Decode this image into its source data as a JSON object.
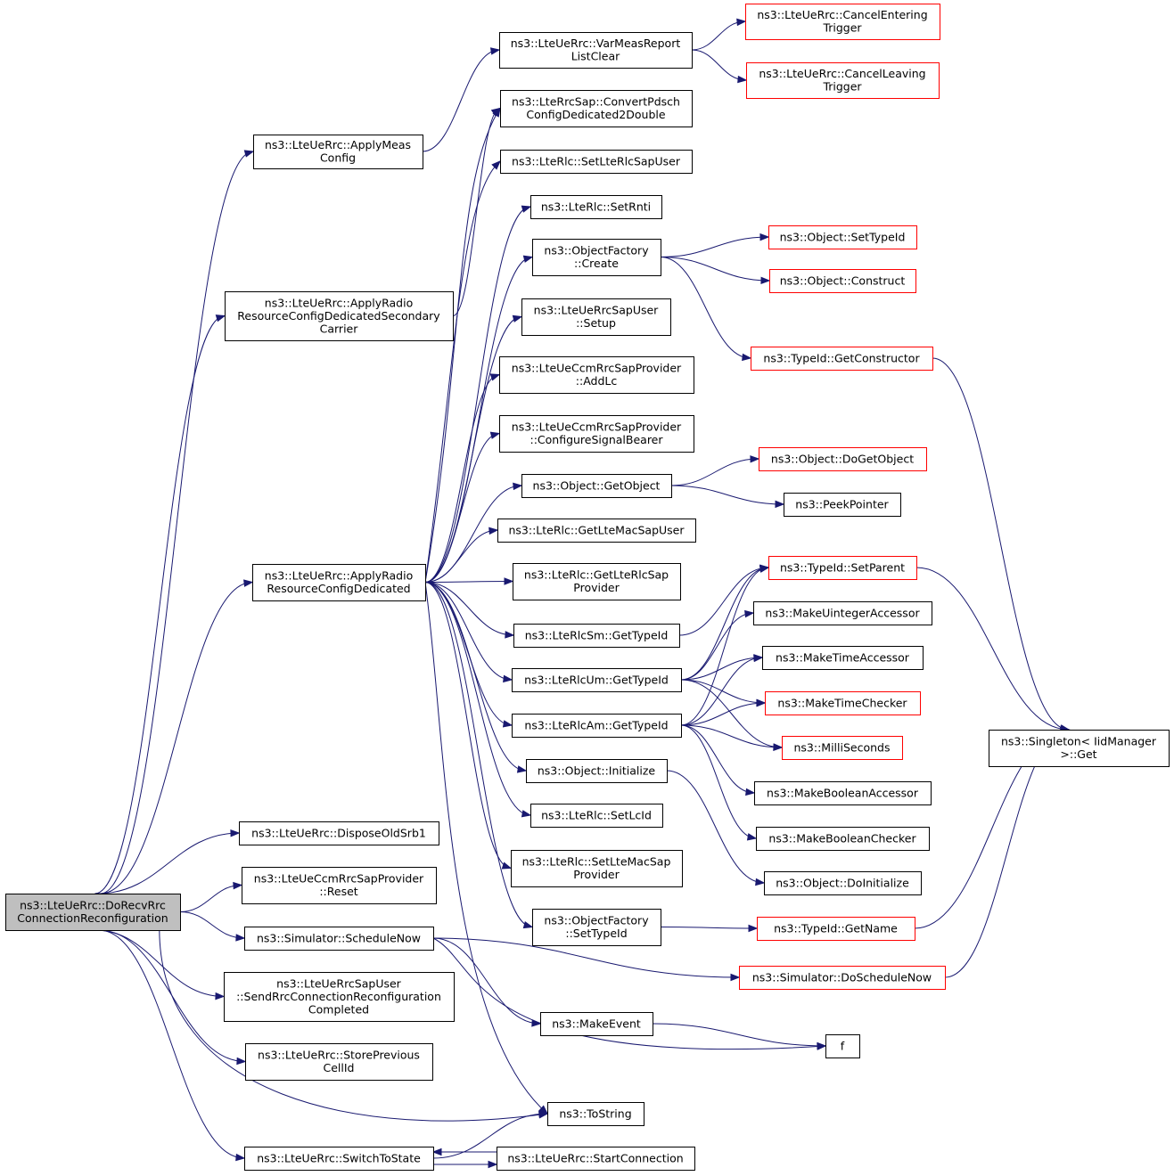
{
  "colors": {
    "edge": "#191970",
    "node_border": "#000000",
    "node_border_ext": "#ff0000",
    "node_fill": "#ffffff",
    "root_fill": "#bfbfbf",
    "text": "#000000"
  },
  "nodes": [
    {
      "id": "doRecv",
      "kind": "root",
      "lines": [
        "ns3::LteUeRrc::DoRecvRrc",
        "ConnectionReconfiguration"
      ]
    },
    {
      "id": "applyMeas",
      "kind": "normal",
      "lines": [
        "ns3::LteUeRrc::ApplyMeas",
        "Config"
      ]
    },
    {
      "id": "applyRadioSec",
      "kind": "normal",
      "lines": [
        "ns3::LteUeRrc::ApplyRadio",
        "ResourceConfigDedicatedSecondary",
        "Carrier"
      ]
    },
    {
      "id": "applyRadio",
      "kind": "normal",
      "lines": [
        "ns3::LteUeRrc::ApplyRadio",
        "ResourceConfigDedicated"
      ]
    },
    {
      "id": "disposeOld",
      "kind": "normal",
      "lines": [
        "ns3::LteUeRrc::DisposeOldSrb1"
      ]
    },
    {
      "id": "ccmReset",
      "kind": "normal",
      "lines": [
        "ns3::LteUeCcmRrcSapProvider",
        "::Reset"
      ]
    },
    {
      "id": "scheduleNow",
      "kind": "normal",
      "lines": [
        "ns3::Simulator::ScheduleNow"
      ]
    },
    {
      "id": "sendRrc",
      "kind": "normal",
      "lines": [
        "ns3::LteUeRrcSapUser",
        "::SendRrcConnectionReconfiguration",
        "Completed"
      ]
    },
    {
      "id": "storePrev",
      "kind": "normal",
      "lines": [
        "ns3::LteUeRrc::StorePrevious",
        "CellId"
      ]
    },
    {
      "id": "switchState",
      "kind": "normal",
      "lines": [
        "ns3::LteUeRrc::SwitchToState"
      ]
    },
    {
      "id": "varMeas",
      "kind": "normal",
      "lines": [
        "ns3::LteUeRrc::VarMeasReport",
        "ListClear"
      ]
    },
    {
      "id": "convertPdsch",
      "kind": "normal",
      "lines": [
        "ns3::LteRrcSap::ConvertPdsch",
        "ConfigDedicated2Double"
      ]
    },
    {
      "id": "setRlcSapUser",
      "kind": "normal",
      "lines": [
        "ns3::LteRlc::SetLteRlcSapUser"
      ]
    },
    {
      "id": "setRnti",
      "kind": "normal",
      "lines": [
        "ns3::LteRlc::SetRnti"
      ]
    },
    {
      "id": "ofCreate",
      "kind": "normal",
      "lines": [
        "ns3::ObjectFactory",
        "::Create"
      ]
    },
    {
      "id": "rrcSapSetup",
      "kind": "normal",
      "lines": [
        "ns3::LteUeRrcSapUser",
        "::Setup"
      ]
    },
    {
      "id": "addLc",
      "kind": "normal",
      "lines": [
        "ns3::LteUeCcmRrcSapProvider",
        "::AddLc"
      ]
    },
    {
      "id": "confSignal",
      "kind": "normal",
      "lines": [
        "ns3::LteUeCcmRrcSapProvider",
        "::ConfigureSignalBearer"
      ]
    },
    {
      "id": "getObject",
      "kind": "normal",
      "lines": [
        "ns3::Object::GetObject"
      ]
    },
    {
      "id": "getMacSapUser",
      "kind": "normal",
      "lines": [
        "ns3::LteRlc::GetLteMacSapUser"
      ]
    },
    {
      "id": "getRlcSapProv",
      "kind": "normal",
      "lines": [
        "ns3::LteRlc::GetLteRlcSap",
        "Provider"
      ]
    },
    {
      "id": "rlcSmType",
      "kind": "normal",
      "lines": [
        "ns3::LteRlcSm::GetTypeId"
      ]
    },
    {
      "id": "rlcUmType",
      "kind": "normal",
      "lines": [
        "ns3::LteRlcUm::GetTypeId"
      ]
    },
    {
      "id": "rlcAmType",
      "kind": "normal",
      "lines": [
        "ns3::LteRlcAm::GetTypeId"
      ]
    },
    {
      "id": "objInit",
      "kind": "normal",
      "lines": [
        "ns3::Object::Initialize"
      ]
    },
    {
      "id": "setLcId",
      "kind": "normal",
      "lines": [
        "ns3::LteRlc::SetLcId"
      ]
    },
    {
      "id": "setMacSapProv",
      "kind": "normal",
      "lines": [
        "ns3::LteRlc::SetLteMacSap",
        "Provider"
      ]
    },
    {
      "id": "ofSetType",
      "kind": "normal",
      "lines": [
        "ns3::ObjectFactory",
        "::SetTypeId"
      ]
    },
    {
      "id": "makeEvent",
      "kind": "normal",
      "lines": [
        "ns3::MakeEvent"
      ]
    },
    {
      "id": "toString",
      "kind": "normal",
      "lines": [
        "ns3::ToString"
      ]
    },
    {
      "id": "startConn",
      "kind": "normal",
      "lines": [
        "ns3::LteUeRrc::StartConnection"
      ]
    },
    {
      "id": "cancelEnter",
      "kind": "ext",
      "lines": [
        "ns3::LteUeRrc::CancelEntering",
        "Trigger"
      ]
    },
    {
      "id": "cancelLeave",
      "kind": "ext",
      "lines": [
        "ns3::LteUeRrc::CancelLeaving",
        "Trigger"
      ]
    },
    {
      "id": "objSetType",
      "kind": "ext",
      "lines": [
        "ns3::Object::SetTypeId"
      ]
    },
    {
      "id": "objConstruct",
      "kind": "ext",
      "lines": [
        "ns3::Object::Construct"
      ]
    },
    {
      "id": "getCtor",
      "kind": "ext",
      "lines": [
        "ns3::TypeId::GetConstructor"
      ]
    },
    {
      "id": "doGetObj",
      "kind": "ext",
      "lines": [
        "ns3::Object::DoGetObject"
      ]
    },
    {
      "id": "peekPtr",
      "kind": "normal",
      "lines": [
        "ns3::PeekPointer"
      ]
    },
    {
      "id": "setParent",
      "kind": "ext",
      "lines": [
        "ns3::TypeId::SetParent"
      ]
    },
    {
      "id": "makeUintAcc",
      "kind": "normal",
      "lines": [
        "ns3::MakeUintegerAccessor"
      ]
    },
    {
      "id": "makeTimeAcc",
      "kind": "normal",
      "lines": [
        "ns3::MakeTimeAccessor"
      ]
    },
    {
      "id": "makeTimeChk",
      "kind": "ext",
      "lines": [
        "ns3::MakeTimeChecker"
      ]
    },
    {
      "id": "milliSec",
      "kind": "ext",
      "lines": [
        "ns3::MilliSeconds"
      ]
    },
    {
      "id": "makeBoolAcc",
      "kind": "normal",
      "lines": [
        "ns3::MakeBooleanAccessor"
      ]
    },
    {
      "id": "makeBoolChk",
      "kind": "normal",
      "lines": [
        "ns3::MakeBooleanChecker"
      ]
    },
    {
      "id": "doInit",
      "kind": "normal",
      "lines": [
        "ns3::Object::DoInitialize"
      ]
    },
    {
      "id": "getName",
      "kind": "ext",
      "lines": [
        "ns3::TypeId::GetName"
      ]
    },
    {
      "id": "doSchedNow",
      "kind": "ext",
      "lines": [
        "ns3::Simulator::DoScheduleNow"
      ]
    },
    {
      "id": "fFunc",
      "kind": "normal",
      "lines": [
        "f"
      ]
    },
    {
      "id": "singleton",
      "kind": "normal",
      "lines": [
        "ns3::Singleton< IidManager",
        ">::Get"
      ]
    }
  ],
  "edges": [
    [
      "doRecv",
      "applyMeas"
    ],
    [
      "doRecv",
      "applyRadioSec"
    ],
    [
      "doRecv",
      "applyRadio"
    ],
    [
      "doRecv",
      "disposeOld"
    ],
    [
      "doRecv",
      "ccmReset"
    ],
    [
      "doRecv",
      "scheduleNow"
    ],
    [
      "doRecv",
      "sendRrc"
    ],
    [
      "doRecv",
      "storePrev"
    ],
    [
      "doRecv",
      "switchState"
    ],
    [
      "doRecv",
      "toString"
    ],
    [
      "applyMeas",
      "varMeas"
    ],
    [
      "varMeas",
      "cancelEnter"
    ],
    [
      "varMeas",
      "cancelLeave"
    ],
    [
      "applyRadioSec",
      "convertPdsch"
    ],
    [
      "applyRadio",
      "convertPdsch"
    ],
    [
      "applyRadio",
      "setRlcSapUser"
    ],
    [
      "applyRadio",
      "setRnti"
    ],
    [
      "applyRadio",
      "ofCreate"
    ],
    [
      "applyRadio",
      "rrcSapSetup"
    ],
    [
      "applyRadio",
      "addLc"
    ],
    [
      "applyRadio",
      "confSignal"
    ],
    [
      "applyRadio",
      "getObject"
    ],
    [
      "applyRadio",
      "getMacSapUser"
    ],
    [
      "applyRadio",
      "getRlcSapProv"
    ],
    [
      "applyRadio",
      "rlcSmType"
    ],
    [
      "applyRadio",
      "rlcUmType"
    ],
    [
      "applyRadio",
      "rlcAmType"
    ],
    [
      "applyRadio",
      "objInit"
    ],
    [
      "applyRadio",
      "setLcId"
    ],
    [
      "applyRadio",
      "setMacSapProv"
    ],
    [
      "applyRadio",
      "ofSetType"
    ],
    [
      "applyRadio",
      "toString"
    ],
    [
      "ofCreate",
      "objSetType"
    ],
    [
      "ofCreate",
      "objConstruct"
    ],
    [
      "ofCreate",
      "getCtor"
    ],
    [
      "getCtor",
      "singleton"
    ],
    [
      "getObject",
      "doGetObj"
    ],
    [
      "getObject",
      "peekPtr"
    ],
    [
      "rlcSmType",
      "setParent"
    ],
    [
      "setParent",
      "singleton"
    ],
    [
      "rlcUmType",
      "setParent"
    ],
    [
      "rlcUmType",
      "makeUintAcc"
    ],
    [
      "rlcUmType",
      "makeTimeAcc"
    ],
    [
      "rlcUmType",
      "makeTimeChk"
    ],
    [
      "rlcUmType",
      "milliSec"
    ],
    [
      "rlcAmType",
      "setParent"
    ],
    [
      "rlcAmType",
      "makeTimeAcc"
    ],
    [
      "rlcAmType",
      "makeTimeChk"
    ],
    [
      "rlcAmType",
      "milliSec"
    ],
    [
      "rlcAmType",
      "makeBoolAcc"
    ],
    [
      "rlcAmType",
      "makeBoolChk"
    ],
    [
      "objInit",
      "doInit"
    ],
    [
      "ofSetType",
      "getName"
    ],
    [
      "getName",
      "singleton"
    ],
    [
      "scheduleNow",
      "doSchedNow"
    ],
    [
      "scheduleNow",
      "makeEvent"
    ],
    [
      "scheduleNow",
      "fFunc"
    ],
    [
      "doSchedNow",
      "singleton"
    ],
    [
      "makeEvent",
      "fFunc"
    ],
    [
      "switchState",
      "toString"
    ],
    [
      "switchState",
      "startConn"
    ],
    [
      "startConn",
      "switchState"
    ]
  ]
}
